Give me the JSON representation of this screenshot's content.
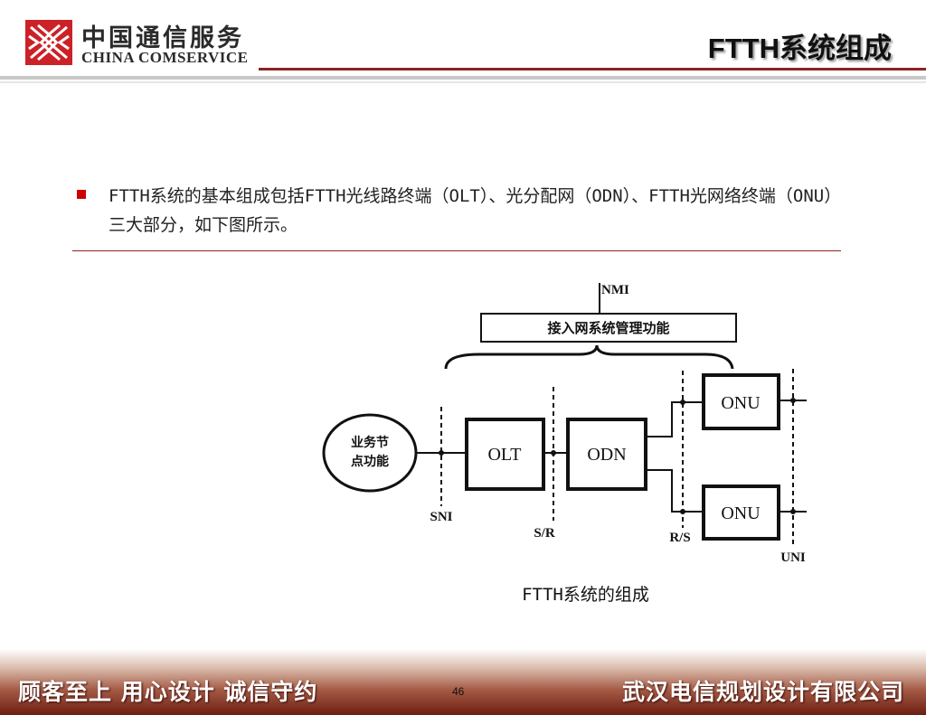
{
  "header": {
    "logo_cn": "中国通信服务",
    "logo_en": "CHINA COMSERVICE",
    "title": "FTTH系统组成"
  },
  "body": {
    "bullet": "FTTH系统的基本组成包括FTTH光线路终端（OLT）、光分配网（ODN）、FTTH光网络终端（ONU）三大部分，如下图所示。"
  },
  "diagram": {
    "nmi": "NMI",
    "mgmt": "接入网系统管理功能",
    "service_line1": "业务节",
    "service_line2": "点功能",
    "olt": "OLT",
    "odn": "ODN",
    "onu_top": "ONU",
    "onu_bottom": "ONU",
    "sni": "SNI",
    "sr": "S/R",
    "rs": "R/S",
    "uni": "UNI",
    "caption": "FTTH系统的组成"
  },
  "footer": {
    "left": "顾客至上  用心设计  诚信守约",
    "right": "武汉电信规划设计有限公司",
    "page": "46"
  },
  "colors": {
    "brand_red": "#cc2127",
    "rule": "#8c2321",
    "footer_dark": "#6e1e12"
  }
}
